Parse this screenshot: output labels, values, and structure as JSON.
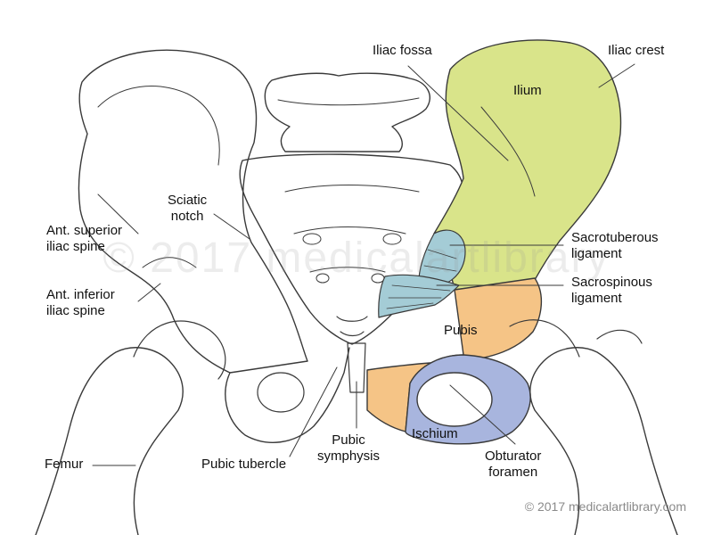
{
  "labels": {
    "iliac_fossa": "Iliac fossa",
    "iliac_crest": "Iliac crest",
    "ilium": "Ilium",
    "sciatic_notch": [
      "Sciatic",
      "notch"
    ],
    "ant_superior_iliac_spine": [
      "Ant. superior",
      "iliac spine"
    ],
    "ant_inferior_iliac_spine": [
      "Ant. inferior",
      "iliac spine"
    ],
    "sacrotuberous_ligament": [
      "Sacrotuberous",
      "ligament"
    ],
    "sacrospinous_ligament": [
      "Sacrospinous",
      "ligament"
    ],
    "pubis": "Pubis",
    "ischium": "Ischium",
    "obturator_foramen": [
      "Obturator",
      "foramen"
    ],
    "pubic_symphysis": [
      "Pubic",
      "symphysis"
    ],
    "pubic_tubercle": "Pubic tubercle",
    "femur": "Femur"
  },
  "watermark": "© 2017 medicalartlibrary",
  "copyright": "© 2017 medicalartlibrary.com",
  "colors": {
    "ilium": "#d9e48a",
    "pubis": "#f5c486",
    "ischium": "#a8b5de",
    "ligament": "#a4ccd6",
    "outline": "#3a3a3a"
  }
}
